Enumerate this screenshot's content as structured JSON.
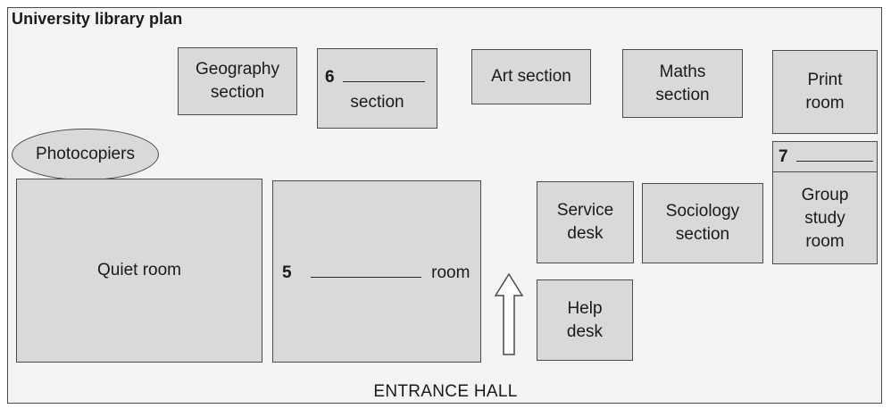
{
  "title": "University library plan",
  "rooms": {
    "geography": "Geography section",
    "q6_number": "6",
    "q6_suffix": "section",
    "art": "Art section",
    "maths": "Maths section",
    "print": "Print room",
    "photocopiers": "Photocopiers",
    "quiet": "Quiet room",
    "q5_number": "5",
    "q5_suffix": "room",
    "service": "Service desk",
    "sociology": "Sociology section",
    "q7_number": "7",
    "group_study": "Group study room",
    "help": "Help desk"
  },
  "entrance_label": "ENTRANCE HALL",
  "icons": {
    "arrow": "up-arrow-icon"
  },
  "colors": {
    "room_fill": "#d9d9d9",
    "background": "#f4f4f4",
    "border": "#4a4a4a"
  }
}
